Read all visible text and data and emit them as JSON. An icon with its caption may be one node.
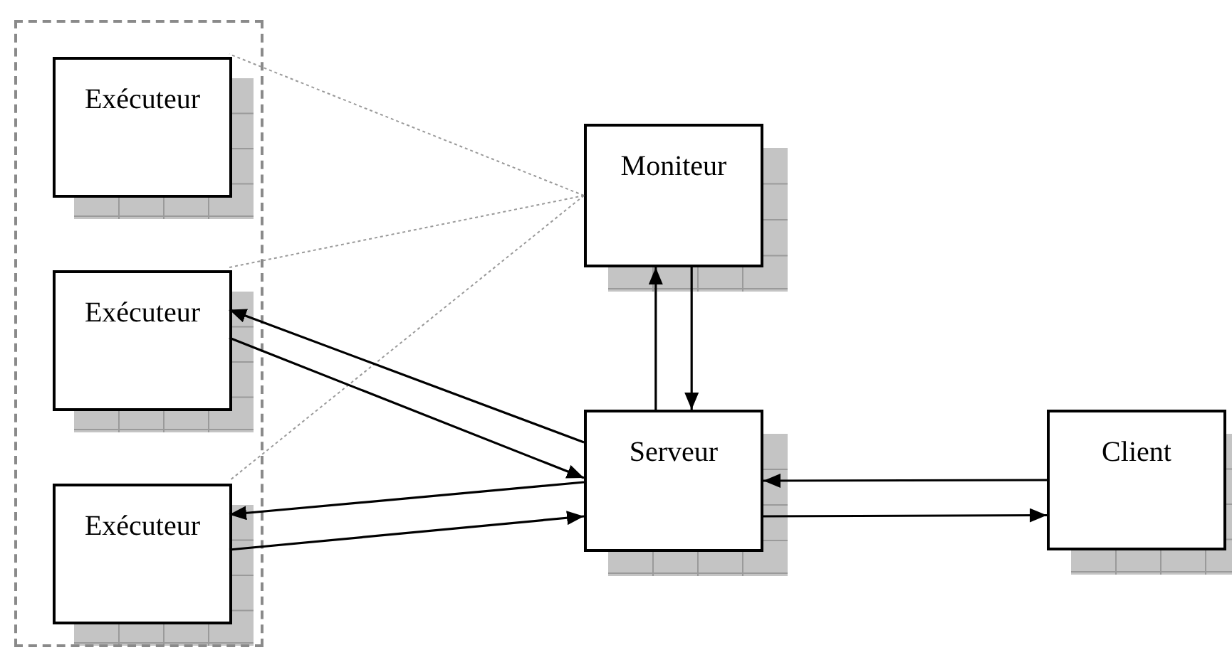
{
  "diagram": {
    "nodes": [
      {
        "text": [],
        "shape": "box"
      },
      {
        "text": [
          "Exécuteur"
        ],
        "in": 0
      },
      {
        "text": [
          "Exécuteur"
        ],
        "in": 0
      },
      {
        "text": [
          "Exécuteur"
        ],
        "in": 0
      },
      {
        "text": [
          "Moniteur"
        ]
      },
      {
        "text": [
          "Serveur"
        ]
      },
      {
        "text": [
          "Client"
        ]
      }
    ],
    "edges": [
      {
        "from": 4,
        "to": 1,
        "arrow": "none",
        "style": "dashed",
        "color": "#9a9a9a"
      },
      {
        "from": 4,
        "to": 2,
        "arrow": "none",
        "style": "dashed",
        "color": "#9a9a9a"
      },
      {
        "from": 4,
        "to": 3,
        "arrow": "none",
        "style": "dashed",
        "color": "#9a9a9a"
      },
      {
        "from": 5,
        "to": 2,
        "arrow": "to"
      },
      {
        "from": 2,
        "to": 5,
        "arrow": "to"
      },
      {
        "from": 5,
        "to": 3,
        "arrow": "to"
      },
      {
        "from": 3,
        "to": 5,
        "arrow": "to"
      },
      {
        "from": 5,
        "to": 4,
        "arrow": "to"
      },
      {
        "from": 4,
        "to": 5,
        "arrow": "to"
      },
      {
        "from": 6,
        "to": 5,
        "arrow": "to"
      },
      {
        "from": 5,
        "to": 6,
        "arrow": "to"
      }
    ]
  }
}
